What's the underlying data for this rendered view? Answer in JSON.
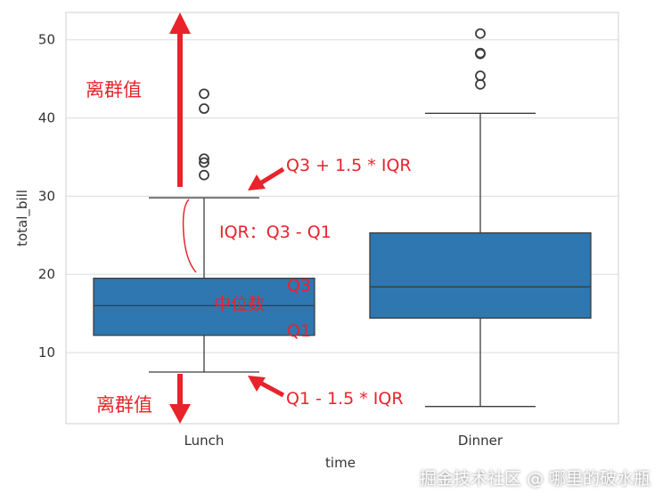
{
  "chart_data": {
    "type": "box",
    "xlabel": "time",
    "ylabel": "total_bill",
    "ylim": [
      0.9,
      53.5
    ],
    "yticks": [
      10,
      20,
      30,
      40,
      50
    ],
    "grid": true,
    "categories": [
      "Lunch",
      "Dinner"
    ],
    "boxes": [
      {
        "category": "Lunch",
        "whisker_low": 7.5,
        "q1": 12.2,
        "median": 16.0,
        "q3": 19.5,
        "whisker_high": 29.8,
        "outliers": [
          32.7,
          34.3,
          34.8,
          41.2,
          43.1
        ]
      },
      {
        "category": "Dinner",
        "whisker_low": 3.1,
        "q1": 14.4,
        "median": 18.4,
        "q3": 25.3,
        "whisker_high": 40.6,
        "outliers": [
          44.3,
          45.4,
          48.2,
          48.3,
          50.8
        ]
      }
    ],
    "colors": {
      "box": "#2e77b0",
      "line": "#3d3d3d",
      "grid": "#dcdcdc",
      "annotation": "#e8232b"
    },
    "annotations": {
      "outlier_top": "离群值",
      "upper_fence": "Q3 + 1.5 * IQR",
      "iqr": "IQR：Q3 - Q1",
      "q3": "Q3",
      "median": "中位数",
      "q1": "Q1",
      "lower_fence": "Q1 - 1.5 * IQR",
      "outlier_bottom": "离群值"
    }
  },
  "watermark": "掘金技术社区 @ 哪里的破水瓶"
}
